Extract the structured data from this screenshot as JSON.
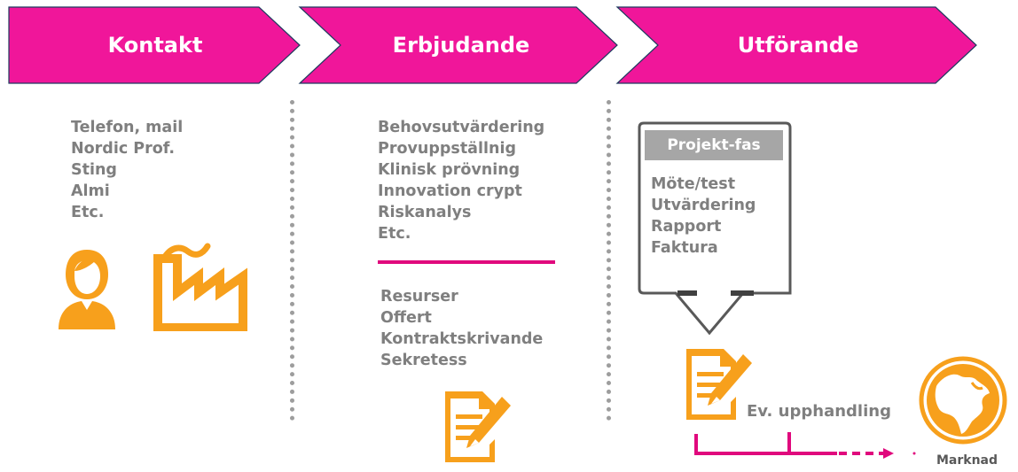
{
  "colors": {
    "pink": "#F0169A",
    "orange": "#F7A01C",
    "gray_text": "#7F7F7F",
    "gray_box": "#A6A6A6",
    "magenta_line": "#E0087D"
  },
  "stages": [
    {
      "label": "Kontakt"
    },
    {
      "label": "Erbjudande"
    },
    {
      "label": "Utförande"
    }
  ],
  "kontakt": {
    "items": [
      "Telefon, mail",
      "Nordic Prof.",
      "Sting",
      "Almi",
      "Etc."
    ],
    "icons": [
      "person-icon",
      "factory-icon"
    ]
  },
  "erbjudande": {
    "items_top": [
      "Behovsutvärdering",
      "Provuppställnig",
      "Klinisk prövning",
      "Innovation crypt",
      "Riskanalys",
      "Etc."
    ],
    "items_bottom": [
      "Resurser",
      "Offert",
      "Kontraktskrivande",
      "Sekretess"
    ],
    "icons": [
      "document-pen-icon"
    ]
  },
  "utforande": {
    "phase_title": "Projekt-fas",
    "phase_items": [
      "Möte/test",
      "Utvärdering",
      "Rapport",
      "Faktura"
    ],
    "procurement_label": "Ev. upphandling",
    "market_label": "Marknad",
    "icons": [
      "document-pen-icon",
      "globe-icon"
    ]
  }
}
